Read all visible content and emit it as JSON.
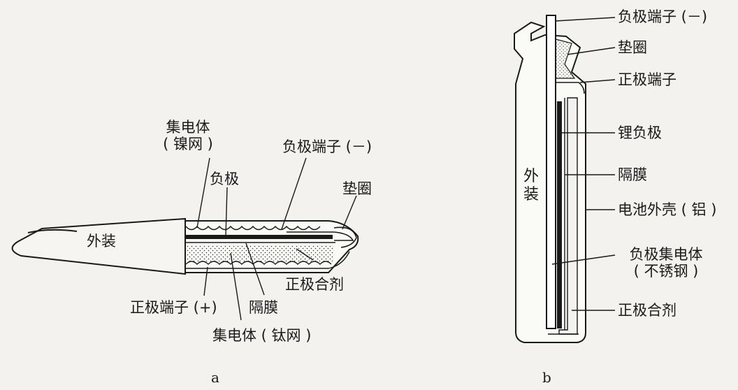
{
  "figure_a": {
    "caption": "a",
    "labels": {
      "collector_nickel_line1": "集电体",
      "collector_nickel_line2": "( 镍网 )",
      "negative": "负极",
      "negative_terminal": "负极端子 (－)",
      "gasket": "垫圈",
      "casing": "外装",
      "positive_mix": "正极合剂",
      "positive_terminal": "正极端子 (+)",
      "separator": "隔膜",
      "collector_titanium": "集电体 ( 钛网 )"
    }
  },
  "figure_b": {
    "caption": "b",
    "labels": {
      "negative_terminal": "负极端子 (－)",
      "gasket": "垫圈",
      "positive_terminal": "正极端子",
      "lithium_negative": "锂负极",
      "separator": "隔膜",
      "battery_shell": "电池外壳 ( 铝 )",
      "negative_collector_line1": "负极集电体",
      "negative_collector_line2": "( 不锈钢 )",
      "positive_mix": "正极合剂",
      "casing_vertical": "外装"
    }
  }
}
